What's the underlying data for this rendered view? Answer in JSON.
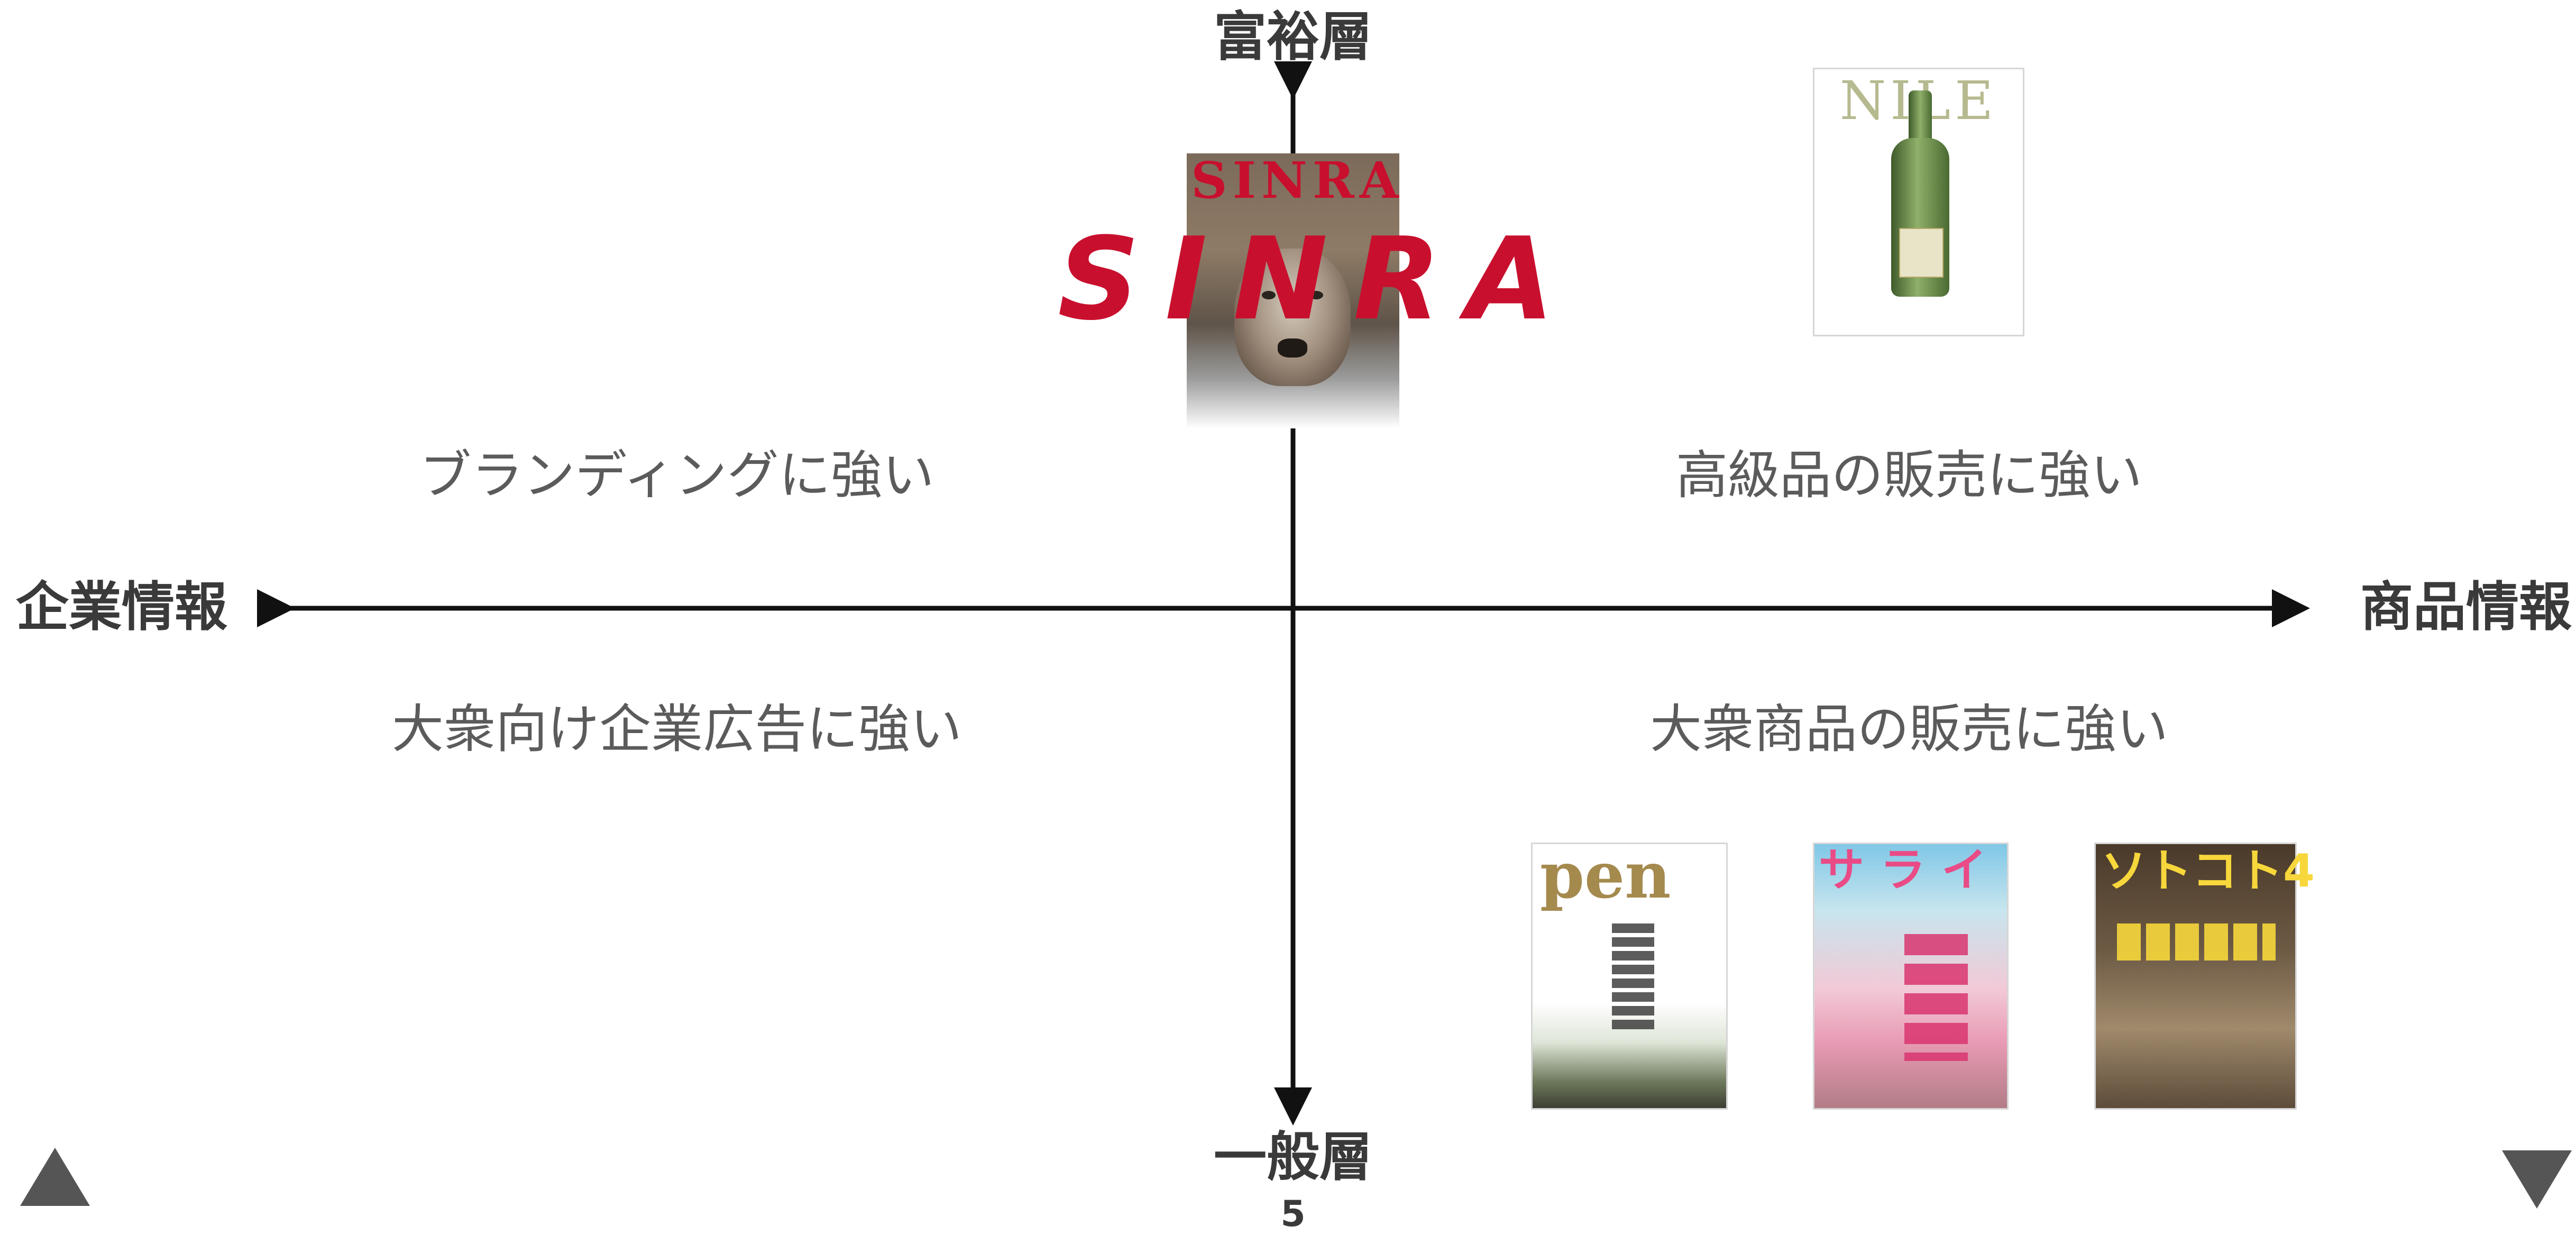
{
  "axes": {
    "top": "富裕層",
    "bottom": "一般層",
    "left": "企業情報",
    "right": "商品情報",
    "line_color": "#111111"
  },
  "quadrants": {
    "top_left": "ブランディングに強い",
    "top_right": "高級品の販売に強い",
    "bottom_left": "大衆向け企業広告に強い",
    "bottom_right": "大衆商品の販売に強い"
  },
  "magazines": {
    "sinra": {
      "cover_title": "SINRA",
      "logo": "SINRA",
      "brand_color": "#c8102e"
    },
    "nile": {
      "cover_title": "NILE"
    },
    "pen": {
      "cover_title": "pen"
    },
    "serai": {
      "cover_title": "サライ"
    },
    "sotokoto": {
      "cover_title": "ソトコト4"
    }
  },
  "page_number": "5",
  "nav": {
    "prev_icon": "triangle-up-icon",
    "next_icon": "triangle-down-icon"
  }
}
